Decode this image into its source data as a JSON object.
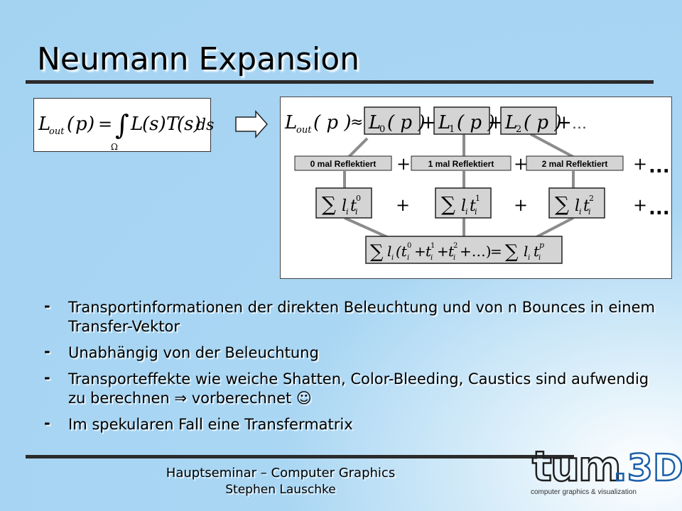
{
  "slide": {
    "title": "Neumann Expansion"
  },
  "diagram": {
    "labels": [
      "0 mal Reflektiert",
      "1 mal Reflektiert",
      "2 mal Reflektiert"
    ]
  },
  "bullets": [
    {
      "prefix": "-",
      "text": "Transportinformationen der direkten Beleuchtung und von n Bounces in einem Transfer-Vektor"
    },
    {
      "prefix": "-",
      "text": "Unabhängig von der Beleuchtung"
    },
    {
      "prefix": "-",
      "text": "Transporteffekte wie weiche Shatten, Color-Bleeding, Caustics sind aufwendig zu berechnen ⇒ vorberechnet ☺"
    },
    {
      "prefix": "-",
      "text": "Im spekularen Fall eine Transfermatrix"
    }
  ],
  "footer": {
    "line1": "Hauptseminar – Computer Graphics",
    "line2": "Stephen Lauschke"
  },
  "logo": {
    "text": "tum.3D",
    "subtitle": "computer graphics & visualization",
    "color_main": "#1f1f1f",
    "color_accent": "#1a5fa8"
  },
  "colors": {
    "background": "#a4d3f2",
    "box_fill": "#d4d4d4",
    "connector": "#8c8c8c"
  }
}
